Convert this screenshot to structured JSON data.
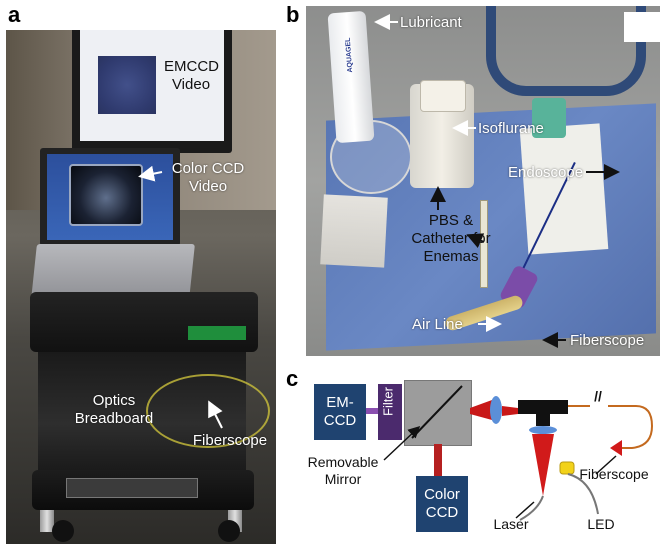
{
  "panels": {
    "a": {
      "letter": "a",
      "labels": {
        "emccd": "EMCCD Video",
        "color_ccd": "Color CCD Video",
        "optics": "Optics Breadboard",
        "fiberscope": "Fiberscope"
      }
    },
    "b": {
      "letter": "b",
      "labels": {
        "lubricant": "Lubricant",
        "isoflurane": "Isoflurane",
        "endoscope": "Endoscope",
        "pbs": "PBS & Catheter for Enemas",
        "air_line": "Air Line",
        "fiberscope": "Fiberscope"
      },
      "product_label": "AQUAGEL"
    },
    "c": {
      "letter": "c",
      "labels": {
        "em_ccd": "EM-CCD",
        "filter": "Filter",
        "removable_mirror": "Removable Mirror",
        "color_ccd": "Color CCD",
        "fiberscope": "Fiberscope",
        "laser": "Laser",
        "led": "LED",
        "break": "//"
      }
    }
  },
  "colors": {
    "navy_box": "#1f4370",
    "filter": "#4b2a6d",
    "mirror_box": "#9c9c9c",
    "laser_red": "#d11a1a",
    "lens_blue": "#5b8fd8",
    "fiber_orange": "#c46a1f",
    "led_yellow": "#f2d21a"
  }
}
